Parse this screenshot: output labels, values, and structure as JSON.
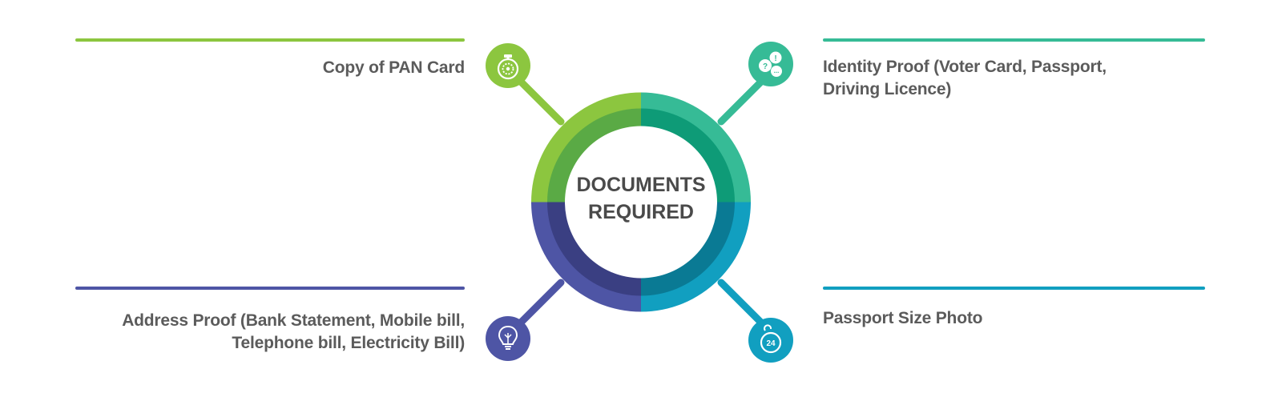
{
  "center": {
    "line1": "DOCUMENTS",
    "line2": "REQUIRED"
  },
  "items": [
    {
      "id": "pan",
      "text": "Copy of PAN Card",
      "color": "#8cc63f",
      "icon": "stopwatch-icon"
    },
    {
      "id": "identity",
      "line1": "Identity Proof (Voter Card, Passport,",
      "line2": "Driving Licence)",
      "color": "#36bb96",
      "icon": "chat-bubbles-icon"
    },
    {
      "id": "address",
      "line1": "Address Proof (Bank Statement, Mobile bill,",
      "line2": "Telephone bill, Electricity Bill)",
      "color": "#4e55a5",
      "icon": "lightbulb-icon"
    },
    {
      "id": "photo",
      "text": "Passport Size Photo",
      "color": "#119fc0",
      "icon": "24-hours-icon"
    }
  ],
  "ring_colors": {
    "top_left_outer": "#8cc63f",
    "top_left_inner": "#5aaa45",
    "top_right_outer": "#36bb96",
    "top_right_inner": "#0e9b77",
    "bottom_left_outer": "#4e55a5",
    "bottom_left_inner": "#3a3f82",
    "bottom_right_outer": "#119fc0",
    "bottom_right_inner": "#0a7a94"
  }
}
